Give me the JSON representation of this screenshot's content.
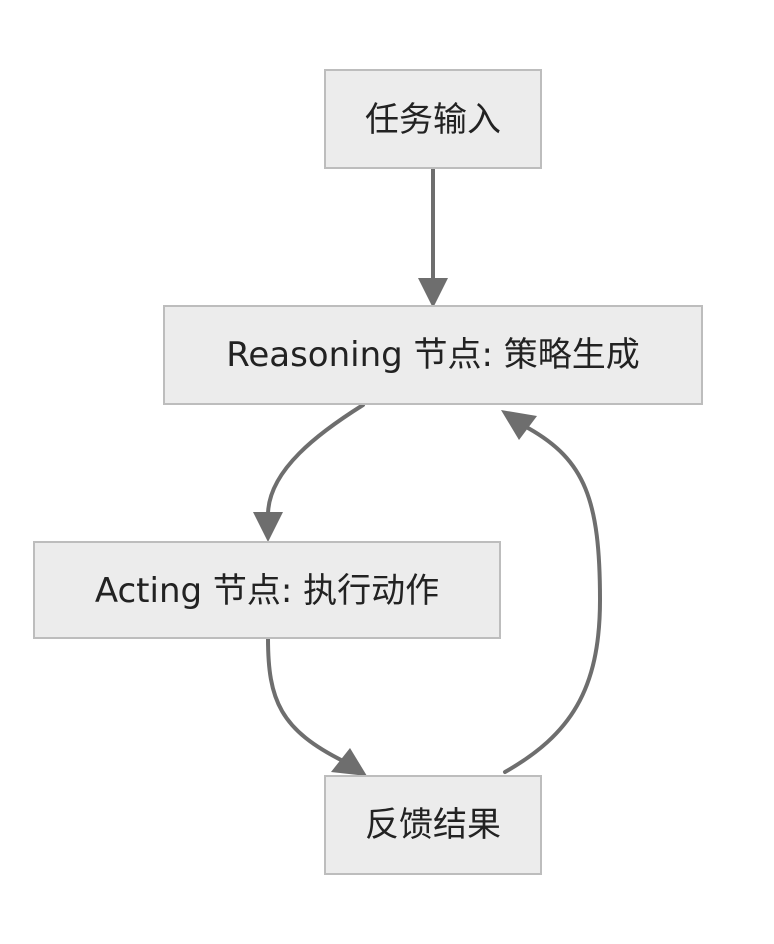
{
  "diagram": {
    "type": "flowchart",
    "nodes": {
      "task_input": {
        "label": "任务输入"
      },
      "reasoning": {
        "label": "Reasoning 节点: 策略生成"
      },
      "acting": {
        "label": "Acting 节点: 执行动作"
      },
      "feedback": {
        "label": "反馈结果"
      }
    },
    "edges": [
      {
        "from": "任务输入",
        "to": "Reasoning 节点: 策略生成"
      },
      {
        "from": "Reasoning 节点: 策略生成",
        "to": "Acting 节点: 执行动作"
      },
      {
        "from": "Acting 节点: 执行动作",
        "to": "反馈结果"
      },
      {
        "from": "反馈结果",
        "to": "Reasoning 节点: 策略生成"
      }
    ],
    "colors": {
      "node_fill": "#ececec",
      "node_border": "#bdbdbd",
      "edge": "#6e6e6e",
      "text": "#222222"
    }
  }
}
